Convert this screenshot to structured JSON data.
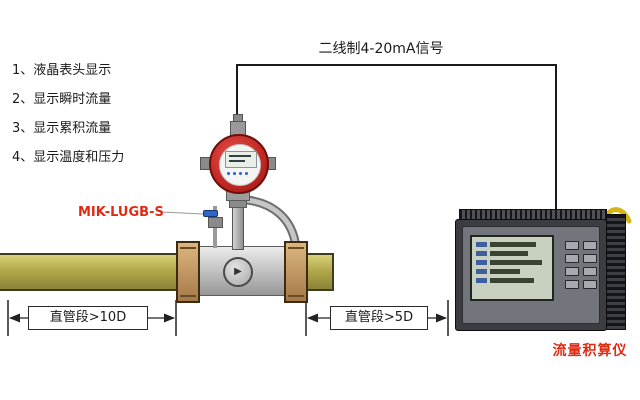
{
  "signal": {
    "label": "二线制4-20mA信号"
  },
  "features": {
    "items": [
      "1、液晶表头显示",
      "2、显示瞬时流量",
      "3、显示累积流量",
      "4、显示温度和压力"
    ]
  },
  "meter": {
    "model_label": "MIK-LUGB-S",
    "flow_arrow_glyph": "▶"
  },
  "dimensions": {
    "left": "直管段>10D",
    "right": "直管段>5D"
  },
  "totalizer": {
    "label": "流量积算仪"
  },
  "colors": {
    "pipe": "#b2a94b",
    "flange": "#c39a66",
    "meter_head_red": "#c22722",
    "label_red": "#e02a12",
    "lcd_screen": "#c8d1c0",
    "wire": "#1a1a1a",
    "cable_yellow": "#d6b41a"
  }
}
